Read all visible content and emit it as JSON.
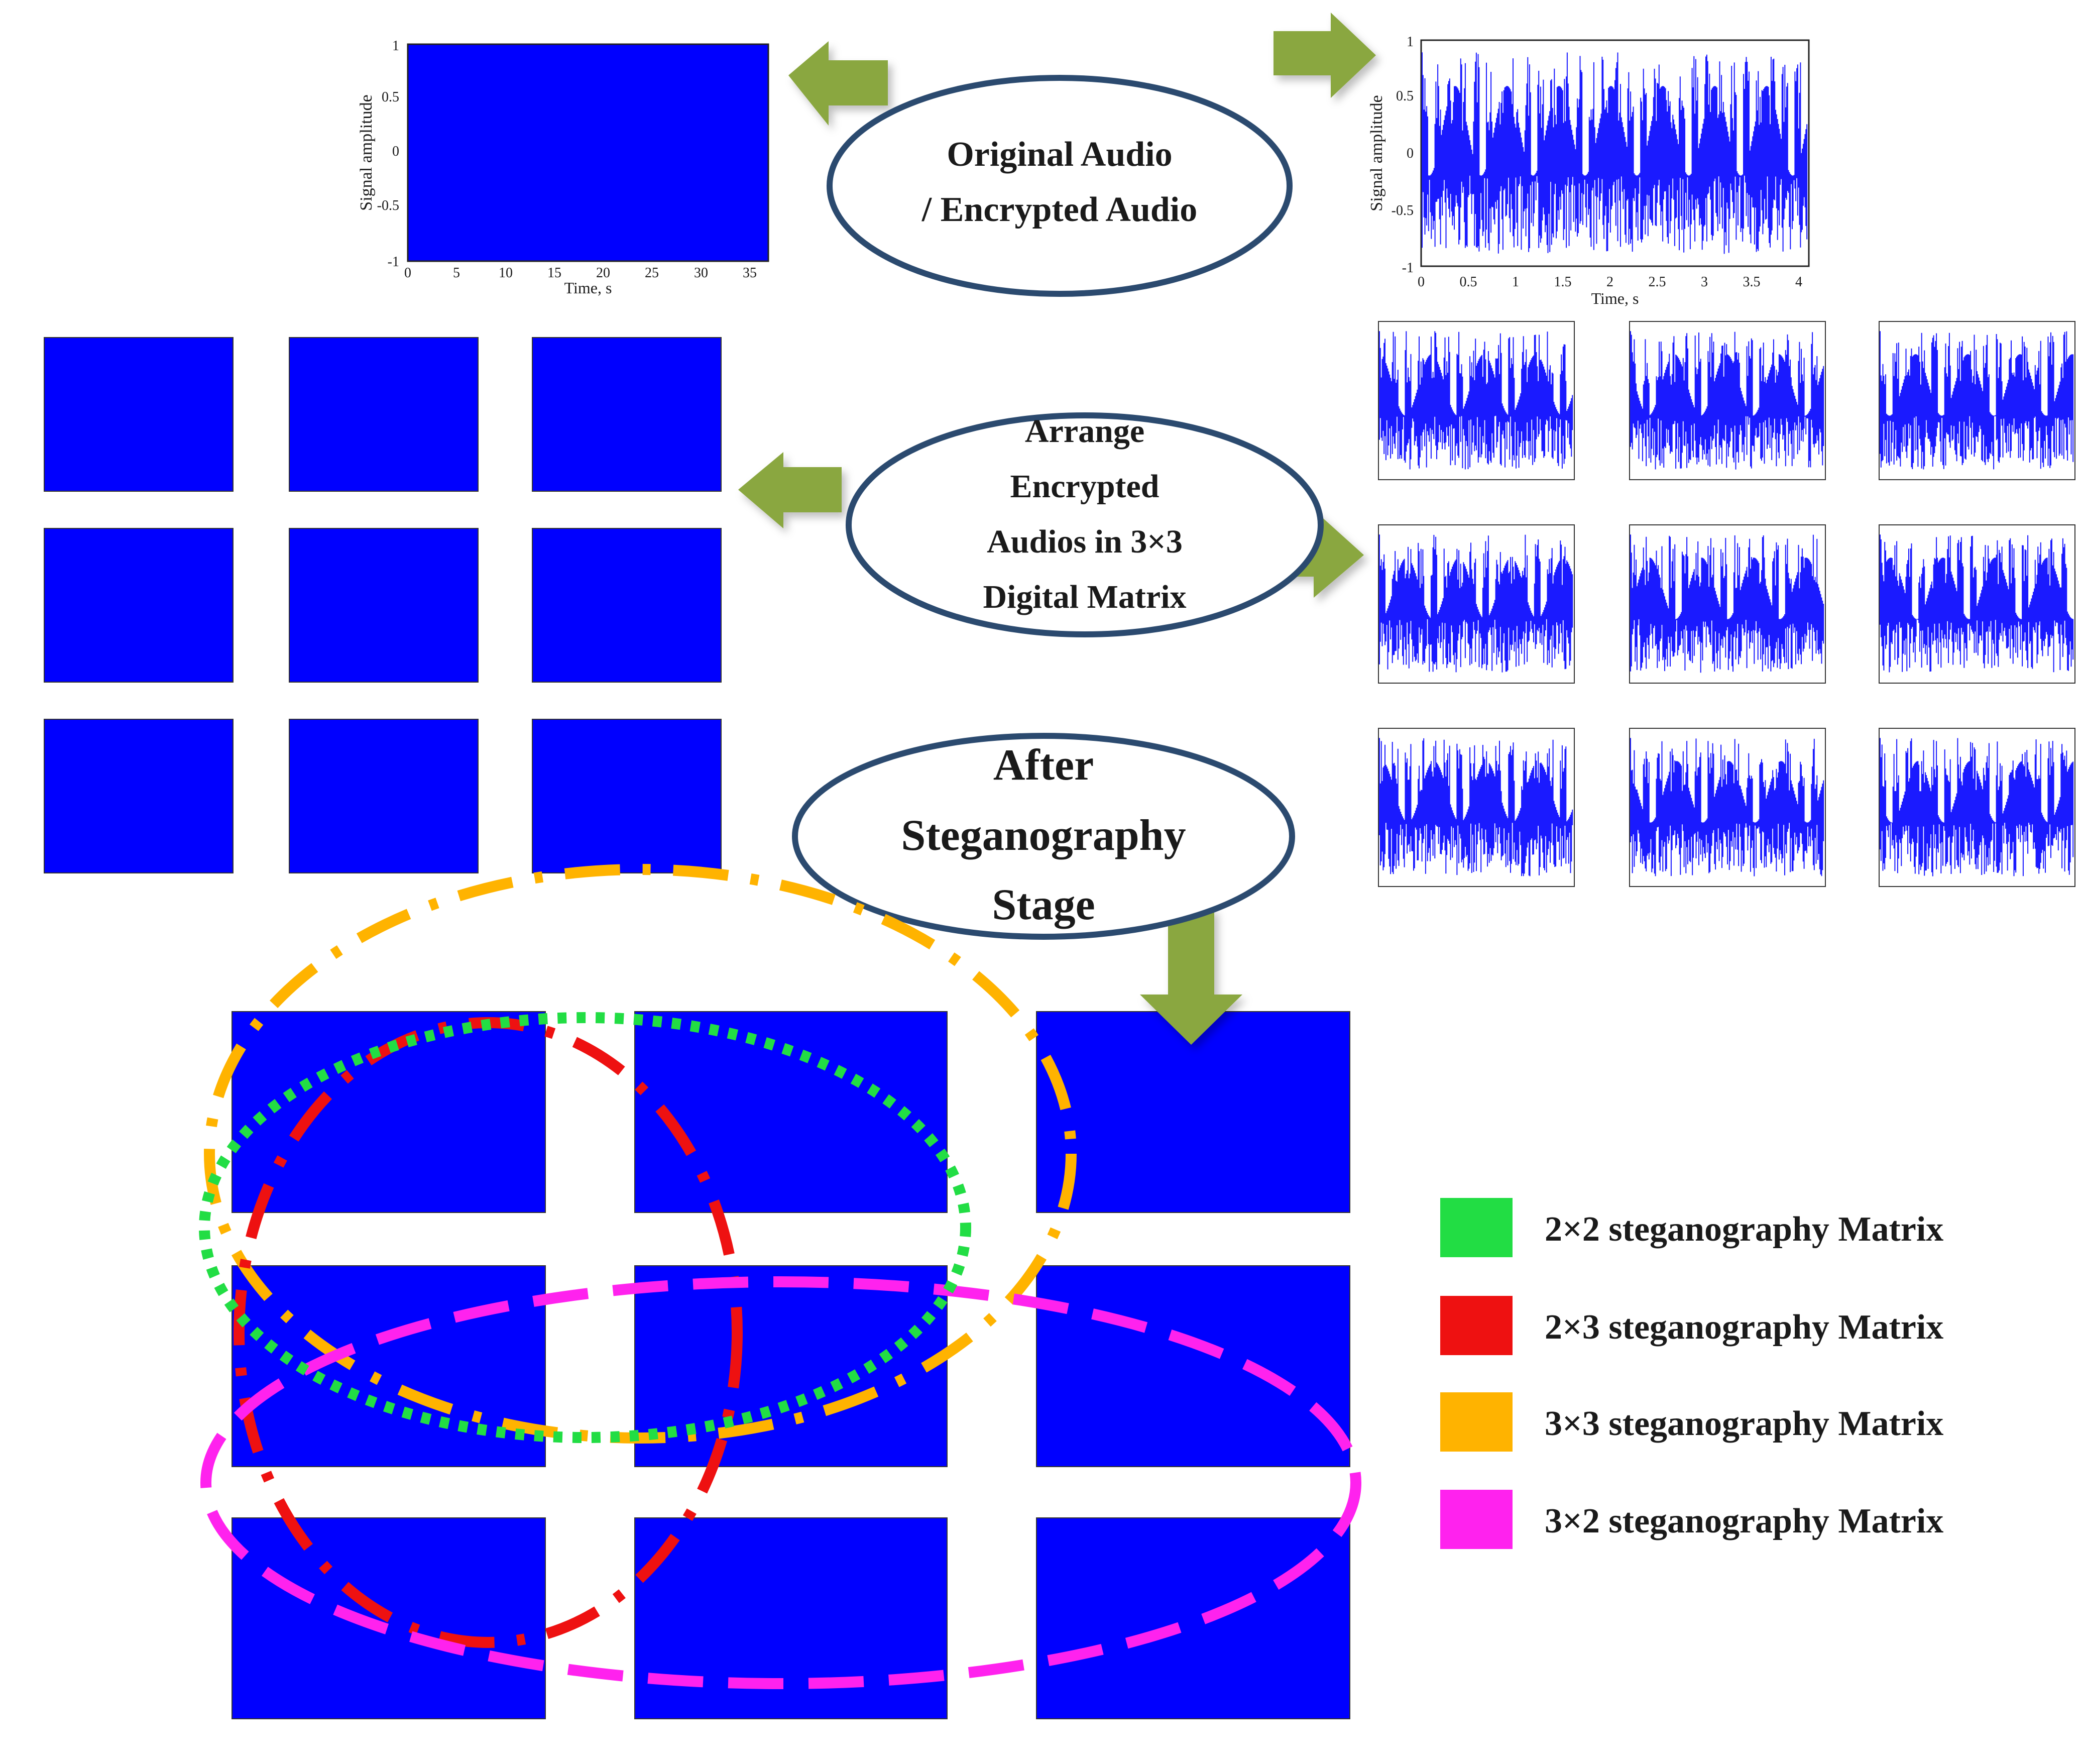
{
  "colors": {
    "plot_fill": "#0000ff",
    "signal_line": "#1a1aff",
    "arrow_green": "#8aa73f",
    "ellipse_border": "#2b4a6f",
    "legend_green": "#22dd44",
    "legend_red": "#ee1111",
    "legend_orange": "#ffb300",
    "legend_magenta": "#ff22ee"
  },
  "ellipses": {
    "original": [
      "Original Audio",
      "/ Encrypted Audio"
    ],
    "arrange": [
      "Arrange",
      "Encrypted",
      "Audios in 3×3",
      "Digital Matrix"
    ],
    "after": [
      "After",
      "Steganography",
      "Stage"
    ]
  },
  "main_plots": {
    "left": {
      "ylabel": "Signal amplitude",
      "xlabel": "Time, s",
      "yticks": [
        "1",
        "0.5",
        "0",
        "-0.5",
        "-1"
      ],
      "xticks": [
        "0",
        "5",
        "10",
        "15",
        "20",
        "25",
        "30",
        "35"
      ]
    },
    "right": {
      "ylabel": "Signal amplitude",
      "xlabel": "Time, s",
      "yticks": [
        "1",
        "0.5",
        "0",
        "-0.5",
        "-1"
      ],
      "xticks": [
        "0",
        "0.5",
        "1",
        "1.5",
        "2",
        "2.5",
        "3",
        "3.5",
        "4"
      ]
    }
  },
  "legend": [
    {
      "label": "2×2 steganography Matrix",
      "color": "#22dd44"
    },
    {
      "label": "2×3 steganography Matrix",
      "color": "#ee1111"
    },
    {
      "label": "3×3 steganography Matrix",
      "color": "#ffb300"
    },
    {
      "label": "3×2 steganography Matrix",
      "color": "#ff22ee"
    }
  ]
}
